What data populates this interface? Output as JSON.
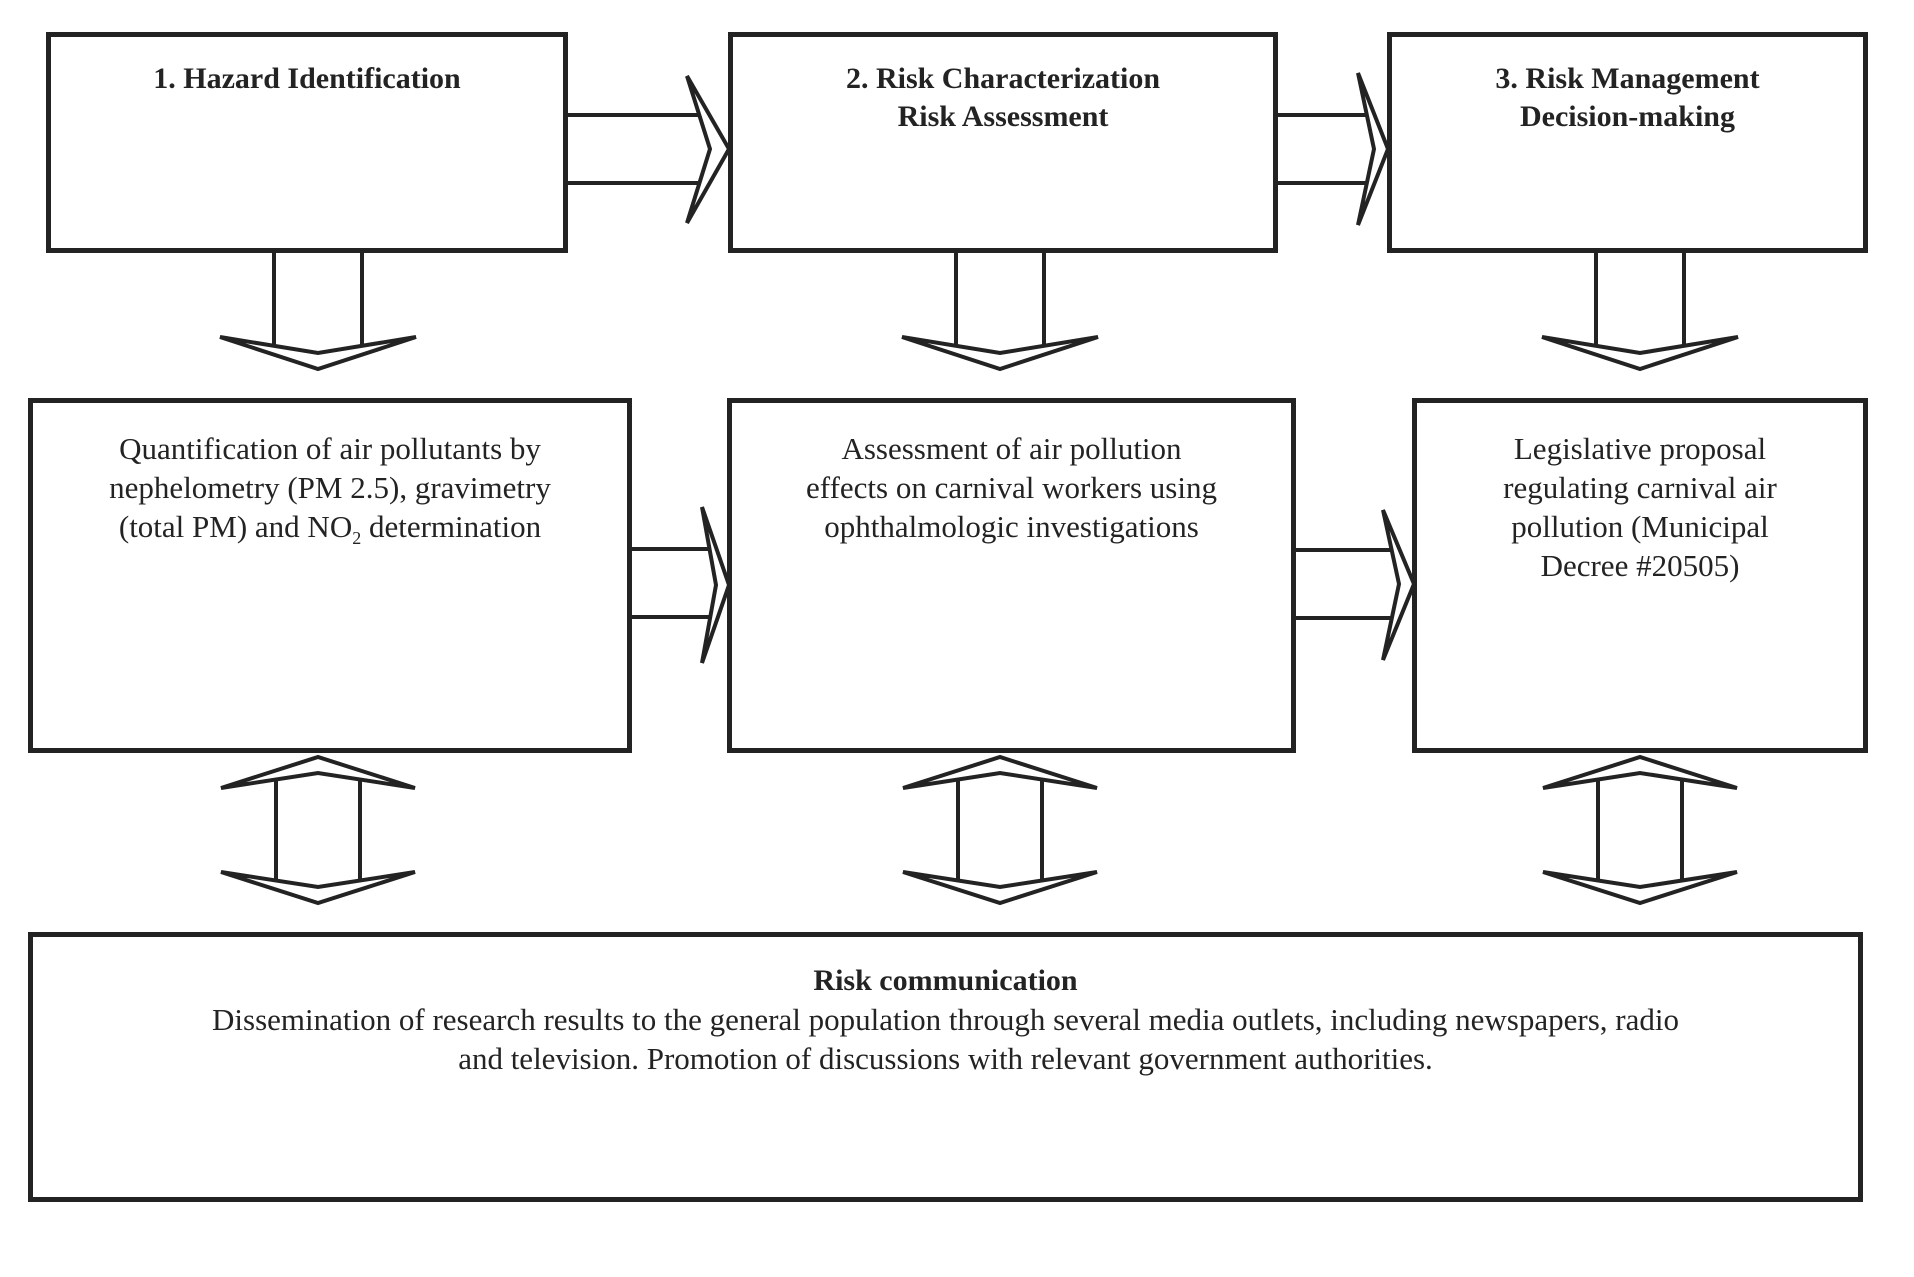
{
  "diagram": {
    "colors": {
      "stroke": "#232323",
      "background": "#ffffff"
    },
    "title_boxes": {
      "box1": {
        "title": "1. Hazard Identification"
      },
      "box2": {
        "line1": "2. Risk Characterization",
        "line2": "Risk Assessment"
      },
      "box3": {
        "line1": "3. Risk Management",
        "line2": "Decision-making"
      }
    },
    "detail_boxes": {
      "m1": {
        "line1": "Quantification of air pollutants by",
        "line2": "nephelometry (PM 2.5), gravimetry",
        "line3_prefix": "(total PM) and NO",
        "line3_sub": "2",
        "line3_suffix": " determination"
      },
      "m2": {
        "line1": "Assessment of air pollution",
        "line2": "effects on carnival workers using",
        "line3": "ophthalmologic investigations"
      },
      "m3": {
        "line1": "Legislative proposal",
        "line2": "regulating carnival air",
        "line3": "pollution (Municipal",
        "line4": "Decree #20505)"
      }
    },
    "bottom_box": {
      "heading": "Risk communication",
      "line1": "Dissemination of research results to the general population through several media outlets, including newspapers, radio",
      "line2": "and television. Promotion of discussions with relevant government authorities."
    }
  }
}
